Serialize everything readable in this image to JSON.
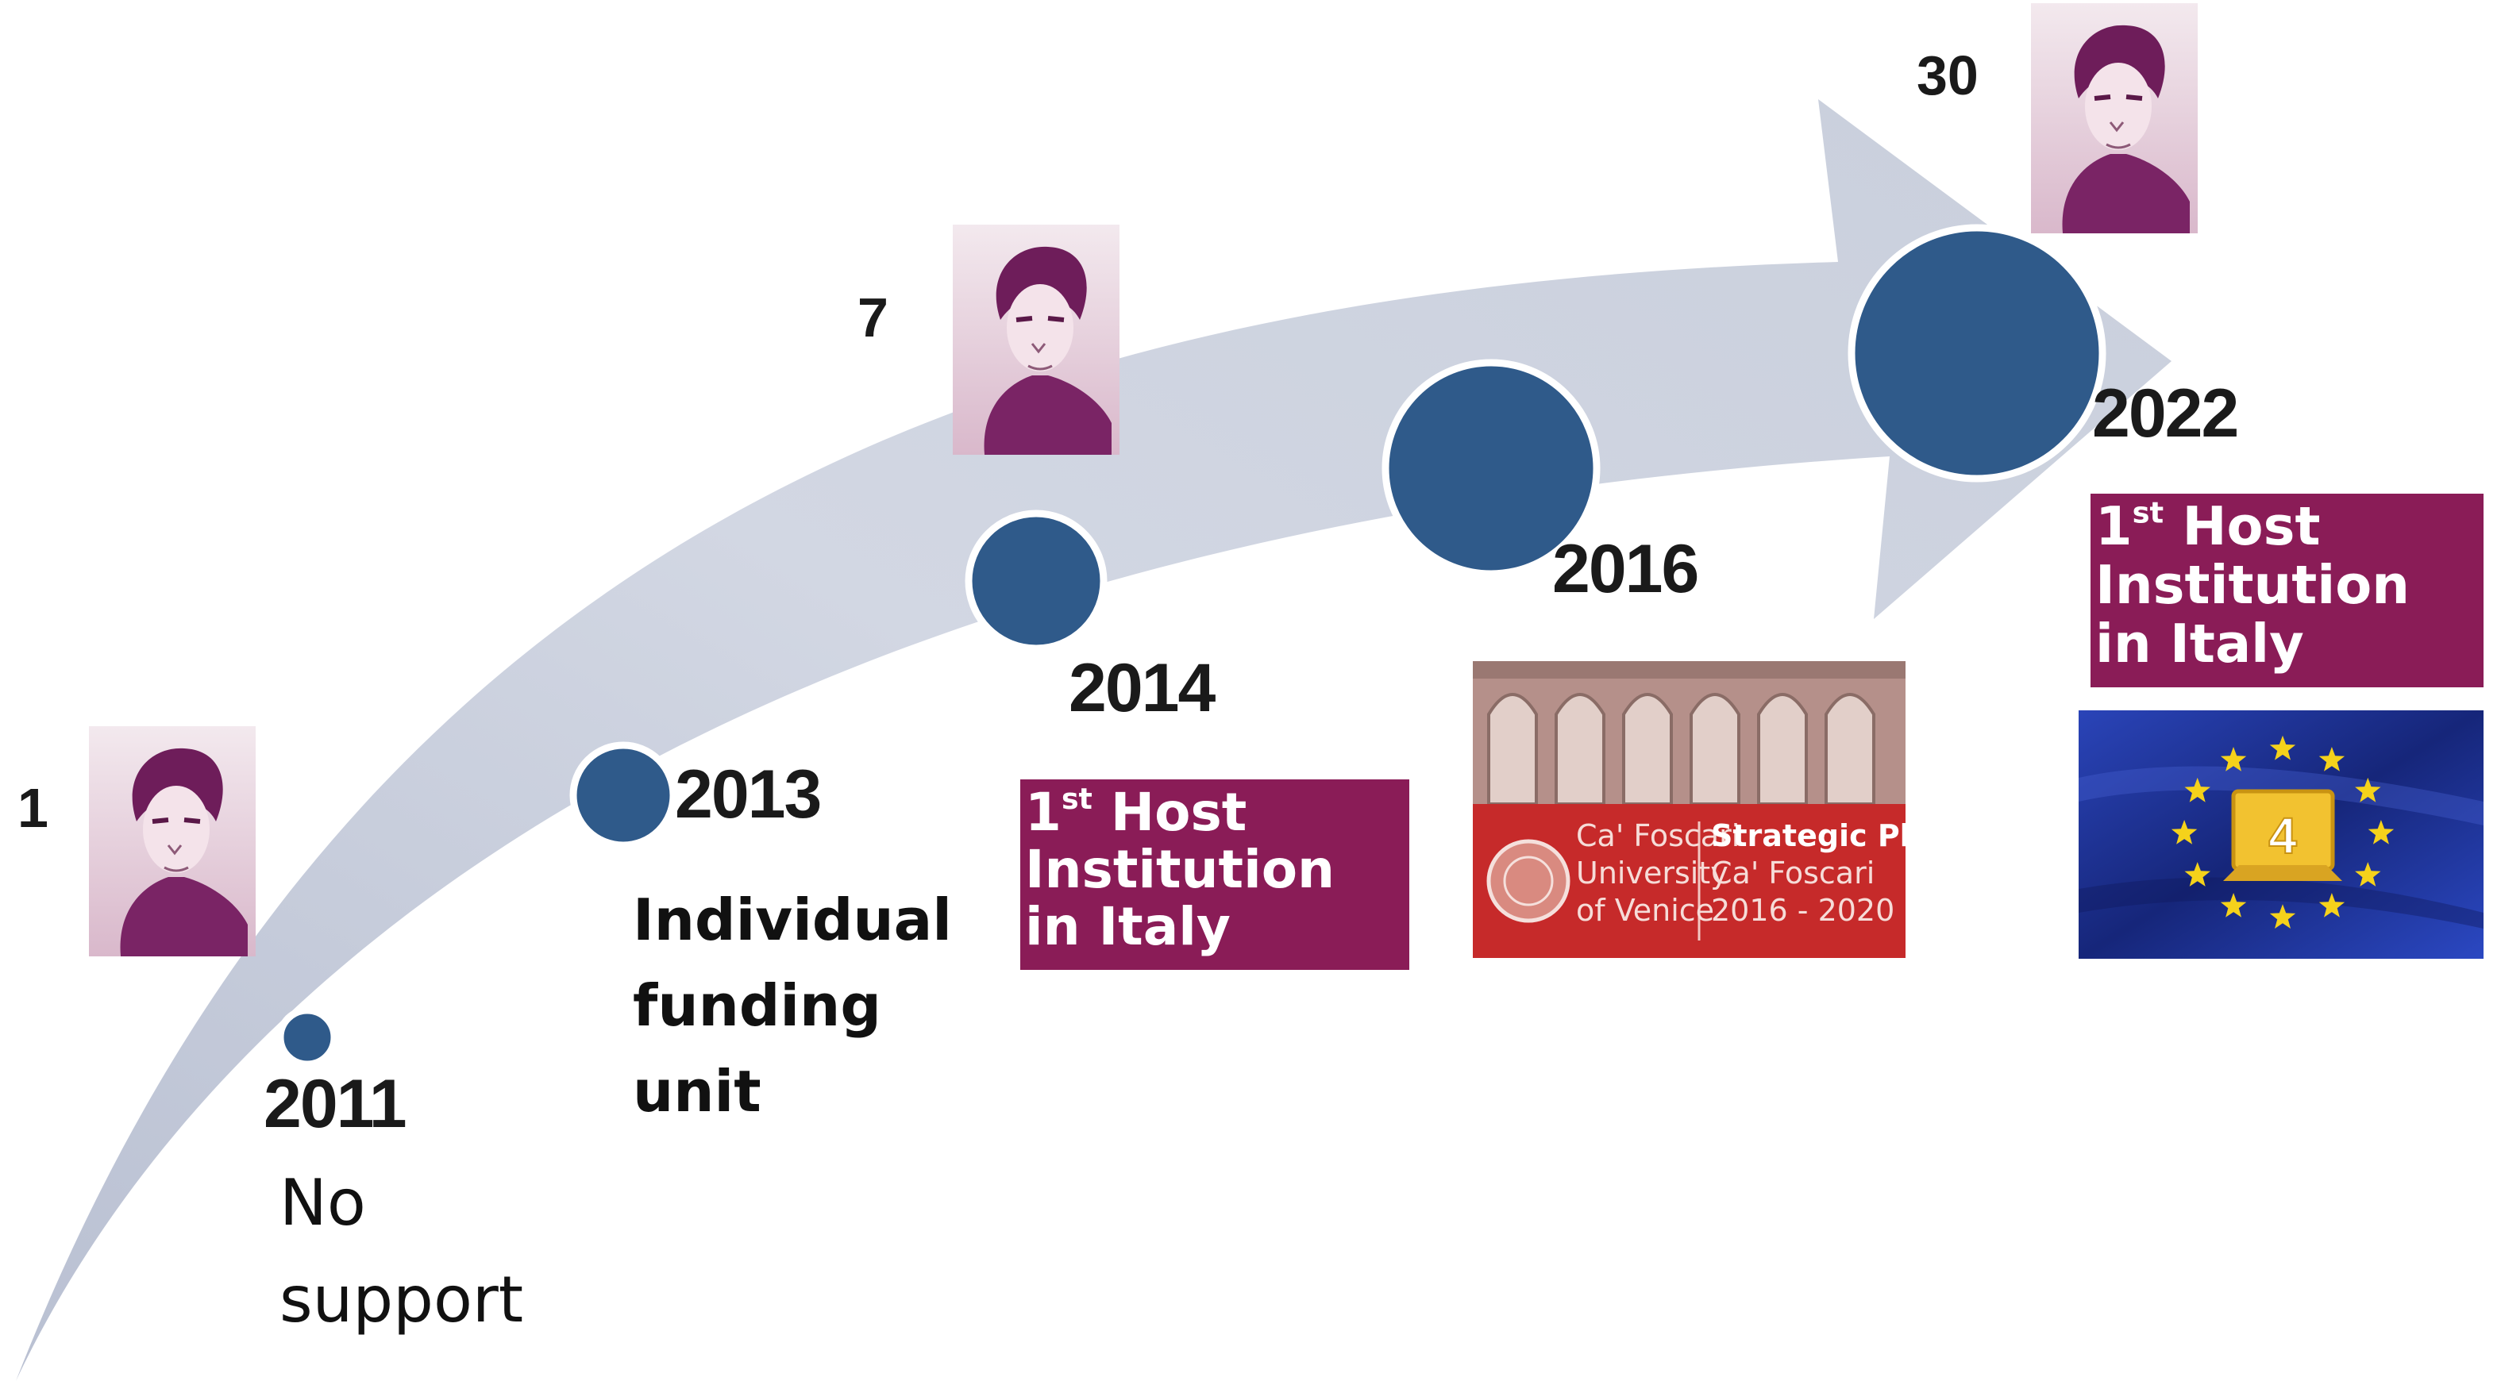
{
  "timeline": [
    {
      "year": "2011",
      "count": "1",
      "note": [
        "No",
        "support"
      ]
    },
    {
      "year": "2013",
      "note": [
        "Individual",
        "funding",
        "unit"
      ]
    },
    {
      "year": "2014",
      "count": "7",
      "badge": {
        "ordinal": "1",
        "ordinal_suffix": "st",
        "line1_rest": " Host",
        "line2": "Institution",
        "line3": "in Italy"
      }
    },
    {
      "year": "2016",
      "strategic_plan": {
        "left": [
          "Ca' Foscari",
          "University",
          "of Venice"
        ],
        "right_title": "Strategic Plan",
        "right_sub": [
          "Ca' Foscari",
          "2016 - 2020"
        ]
      }
    },
    {
      "year": "2022",
      "count": "30",
      "badge": {
        "ordinal": "1",
        "ordinal_suffix": "st",
        "line1_rest": " Host",
        "line2": "Institution",
        "line3": "in Italy"
      },
      "eu_award_number": "4"
    }
  ],
  "colors": {
    "arrow": "#cdd2df",
    "circle_fill": "#2f5a8a",
    "circle_border": "#ffffff",
    "badge": "#8a1c57",
    "portrait_bg": "#efe3e9",
    "portrait_figure": "#7c2566",
    "plan_red": "#c62a2a",
    "eu_blue": "#1a2f8f",
    "eu_star": "#f5d21b"
  },
  "icons": [
    "portrait-icon",
    "university-seal-icon",
    "eu-flag-icon",
    "award-badge-icon"
  ]
}
